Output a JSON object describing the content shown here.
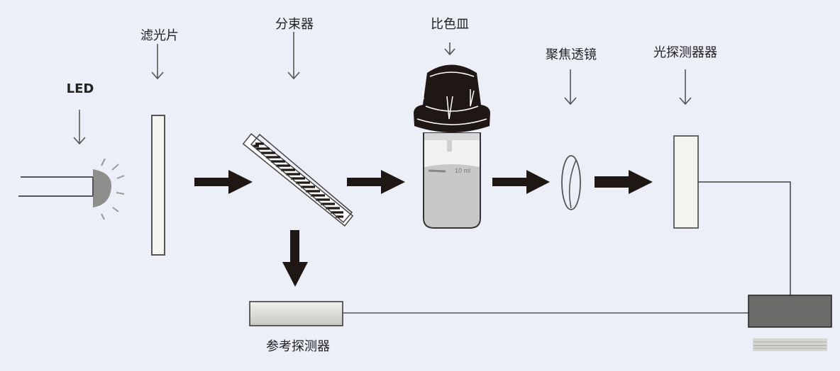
{
  "labels": {
    "led": "LED",
    "filter": "滤光片",
    "beam_splitter": "分束器",
    "cuvette": "比色皿",
    "focusing_lens": "聚焦透镜",
    "photodetector": "光探测器器",
    "reference_detector": "参考探测器"
  },
  "cuvette_marking": "10 ml",
  "colors": {
    "background": "#eceef8",
    "arrow": "#1e1714",
    "outline": "#555555",
    "component_fill": "#f4f4f0",
    "detector_box": "#6a6a68"
  }
}
